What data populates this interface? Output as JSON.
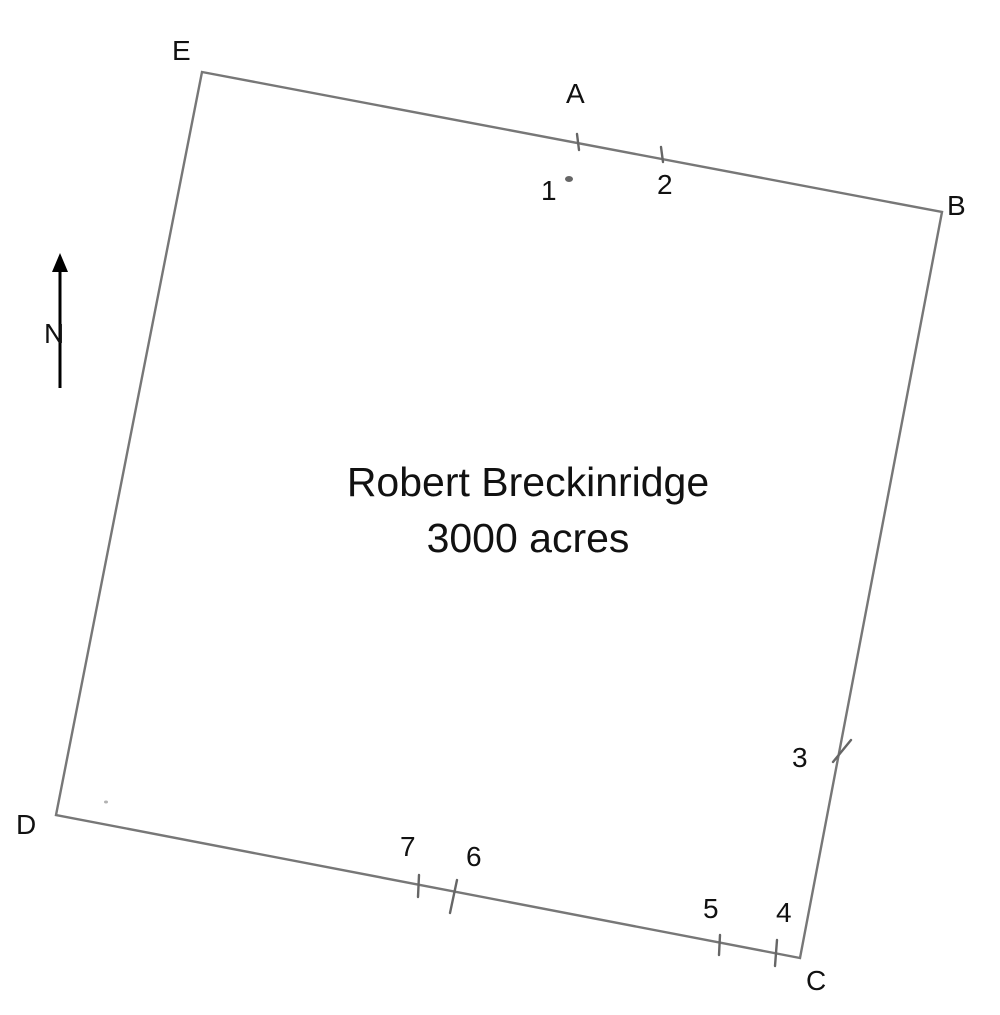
{
  "corners": {
    "E": "E",
    "A": "A",
    "B": "B",
    "C": "C",
    "D": "D"
  },
  "points": {
    "p1": "1",
    "p2": "2",
    "p3": "3",
    "p4": "4",
    "p5": "5",
    "p6": "6",
    "p7": "7"
  },
  "north_arrow": {
    "label": "N"
  },
  "tract": {
    "owner": "Robert Breckinridge",
    "area": "3000 acres"
  },
  "colors": {
    "line": "#777777",
    "text": "#111111"
  }
}
